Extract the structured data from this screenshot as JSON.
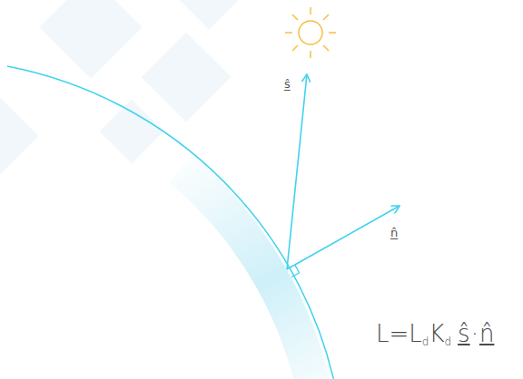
{
  "diagram": {
    "labels": [
      "ŝ",
      "n̂",
      "L=L",
      "d",
      "K",
      "d",
      "ŝ",
      "·",
      "n̂"
    ]
  }
}
